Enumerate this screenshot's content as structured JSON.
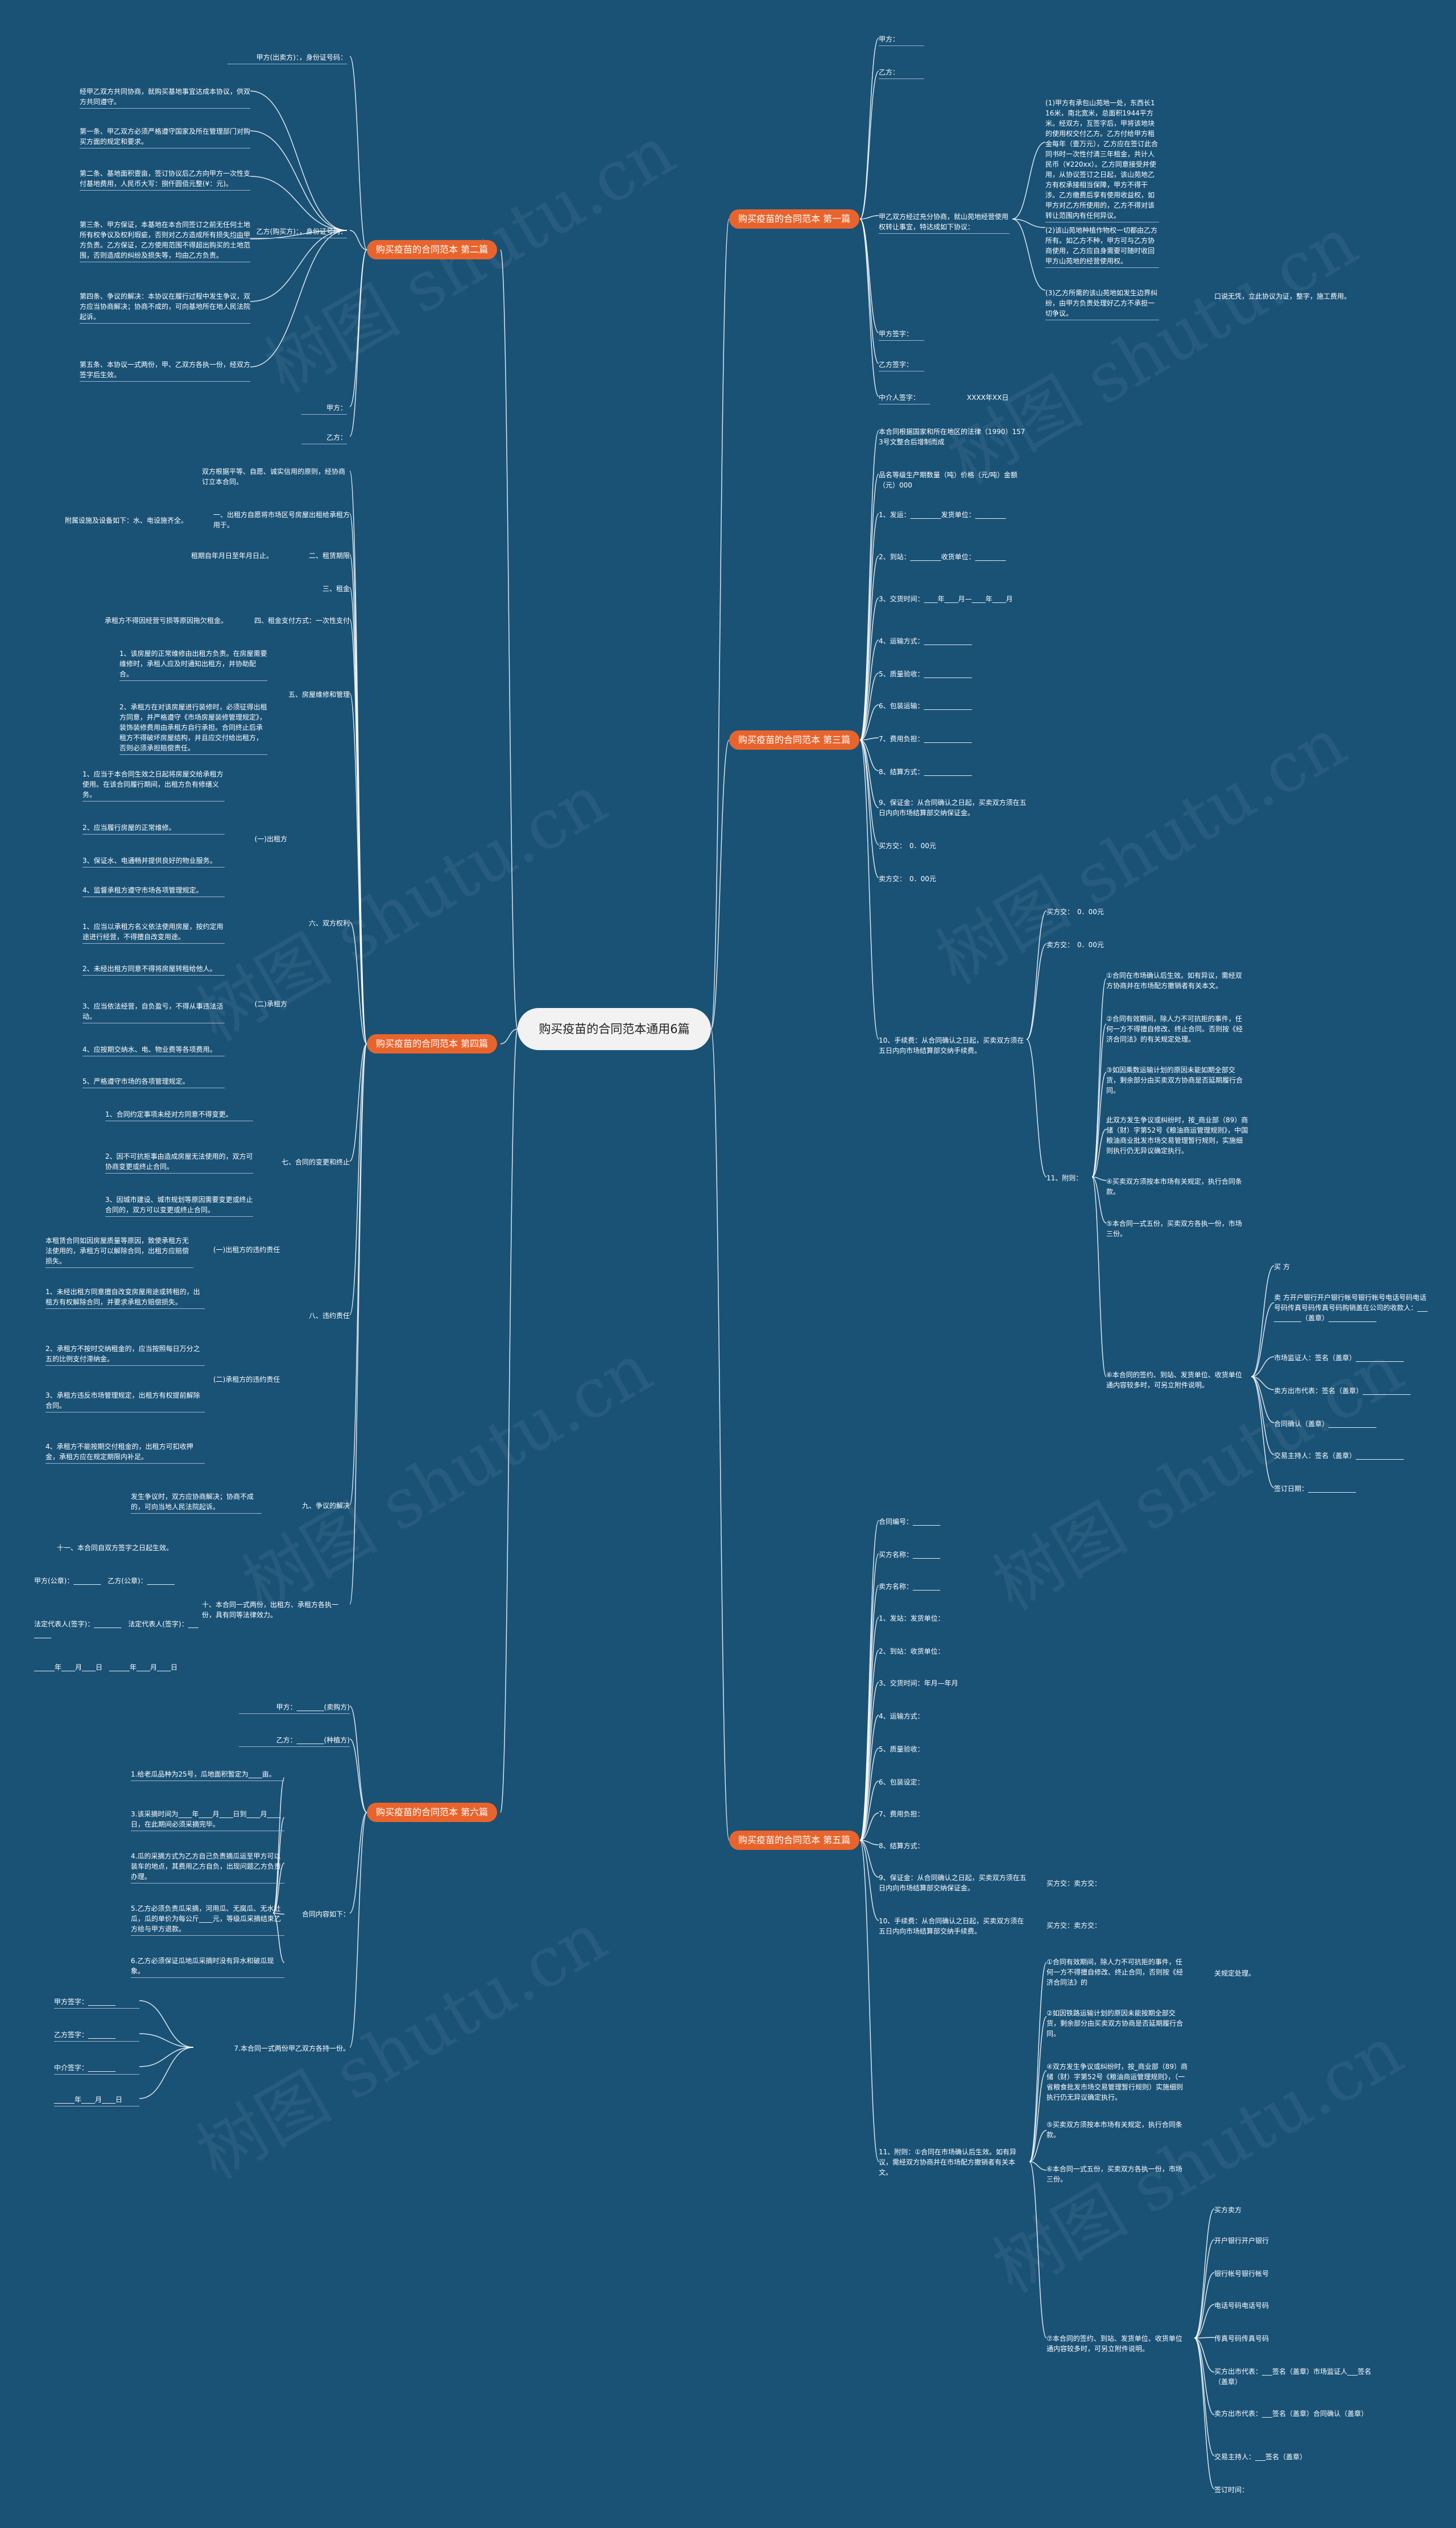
{
  "root": "购买疫苗的合同范本通用6篇",
  "branches": [
    {
      "id": "b1",
      "label": "购买疫苗的合同范本 第一篇"
    },
    {
      "id": "b2",
      "label": "购买疫苗的合同范本 第二篇"
    },
    {
      "id": "b3",
      "label": "购买疫苗的合同范本 第三篇"
    },
    {
      "id": "b4",
      "label": "购买疫苗的合同范本 第四篇"
    },
    {
      "id": "b5",
      "label": "购买疫苗的合同范本 第五篇"
    },
    {
      "id": "b6",
      "label": "购买疫苗的合同范本 第六篇"
    }
  ],
  "b1": {
    "items": [
      "甲方：",
      "乙方：",
      "甲乙双方经过充分协商，就山苑地经营使用权转让事宜，特达成如下协议：",
      "甲方签字：",
      "乙方签字：",
      "中介人签字："
    ],
    "sub": [
      "(1)甲方有承包山苑地一处，东西长116米，南北宽米，总面积1944平方米。经双方，互签字后，甲将该地块的使用权交付乙方。乙方付给甲方租金每年（壹万元），乙方应在签订此合同书时一次性付清三年租金，共计人民币（¥220xx）。乙方同意接受并使用，从协议签订之日起，该山苑地乙方有权承接相当保障，甲方不得干涉。乙方缴费后享有使用收益权，如甲方对乙方所使用的，乙方不得对该转让范围内有任何异议。",
      "(2)该山苑地种植作物权一切都由乙方所有。如乙方不种，甲方可与乙方协商使用，乙方应自身需要可随时收回甲方山苑地的经营使用权。",
      "(3)乙方所需的该山苑地如发生边界纠纷，由甲方负责处理好乙方不承担一切争议。"
    ],
    "sub_tail": "口说无凭，立此协议为证，整字，施工费用。",
    "sig_date": "XXXX年XX日"
  },
  "b2": {
    "items": [
      "甲方(出卖方)：，身份证号码：",
      "乙方(购买方)：，身份证号码：",
      "甲方：",
      "乙方："
    ],
    "clauses": [
      "经甲乙双方共同协商，就购买基地事宜达成本协议，供双方共同遵守。",
      "第一条、甲乙双方必须严格遵守国家及所在管理部门对购买方面的规定和要求。",
      "第二条、基地面积壹亩，签订协议后乙方向甲方一次性支付基地费用，人民币大写：捌仟圆佰元整(¥：元)。",
      "第三条、甲方保证，本基地在本合同签订之前无任何土地所有权争议及权利瑕疵，否则对乙方造成所有损失均由甲方负责。乙方保证，乙方使用范围不得超出购买的土地范围，否则造成的纠纷及损失等，均由乙方负责。",
      "第四条、争议的解决：本协议在履行过程中发生争议，双方应当协商解决；协商不成的，可向基地所在地人民法院起诉。",
      "第五条、本协议一式两份，甲、乙双方各执一份，经双方签字后生效。"
    ]
  },
  "b3": {
    "items": [
      "本合同根据国家和所在地区的法律（1990）1573号文整合后增制而成",
      "品名等级生产期数量（吨）价格（元/吨）金额（元）000",
      "1、发运：_________发货单位：_________",
      "2、到站：_________收货单位：_________",
      "3、交货时间：____年____月—____年____月",
      "4、运输方式：______________",
      "5、质量验收：______________",
      "6、包装运输：______________",
      "7、费用负担：______________",
      "8、结算方式：______________",
      "9、保证金：从合同确认之日起，买卖双方须在五日内向市场结算部交纳保证金。",
      "买方交：　0．00元",
      "卖方交：　0．00元",
      "10、手续费：从合同确认之日起，买卖双方须在五日内向市场结算部交纳手续费。",
      "11、附则："
    ],
    "fees": [
      "买方交：　0．00元",
      "卖方交：　0．00元"
    ],
    "rules": [
      "①合同在市场确认后生效。如有异议，需经双方协商并在市场配方撤销者有关本文。",
      "②合同有效期间，除人力不可抗拒的事件，任何一方不得擅自修改、终止合同。否则按《经济合同法》的有关规定处理。",
      "③如因乘数运输计划的原因未能如期全部交货，剩余部分由买卖双方协商是否延期履行合同。",
      "此双方发生争议或纠纷时，按_商业部（89）商储（财）字第52号《粮油商运管理规则》，中国粮油商业批发市场交易管理暂行规则，实施细则执行仍无异议确定执行。",
      "④买卖双方须按本市场有关规定，执行合同条款。",
      "⑤本合同一式五份，买卖双方各执一份，市场三份。",
      "⑥本合同的签约、到站、发货单位、收货单位通内容较多时，可另立附件说明。"
    ],
    "sign": [
      "买 方",
      "卖 方开户银行开户银行帐号银行帐号电话号码电话号码传真号码传真号码购销盖在公司的收款人：___________（盖章）______________",
      "市场监证人：签名（盖章）______________",
      "卖方出市代表：签名（盖章）______________",
      "合同确认（盖章）______________",
      "交易主持人：签名（盖章）______________",
      "签订日期：______________"
    ]
  },
  "b4": {
    "items": [
      "双方根据平等、自愿、诚实信用的原则，经协商订立本合同。",
      "一、出租方自愿将市场区号房屋出租给承租方用于。",
      "二、租赁期限",
      "三、租金",
      "四、租金支付方式：一次性支付",
      "五、房屋维修和管理",
      "六、双方权利",
      "七、合同的变更和终止",
      "八、违约责任",
      "九、争议的解决",
      "十、本合同一式两份，出租方、承租方各执一份，具有同等法律效力。"
    ],
    "left": [
      "附属设施及设备如下：水、电设施齐全。",
      "租期自年月日至年月日止。",
      "承租方不得因经营亏损等原因拖欠租金。",
      "1、该房屋的正常维修由出租方负责。在房屋需要维修时，承租人应及时通知出租方，并协助配合。",
      "2、承租方在对该房屋进行装修时，必须征得出租方同意，并严格遵守《市场房屋装修管理规定》，装饰装修费用由承租方自行承担。合同终止后承租方不得破坏房屋结构，并且应交付给出租方，否则必须承担赔偿责任。",
      "(一)出租方",
      "1、应当于本合同生效之日起将房屋交给承租方使用。在该合同履行期间，出租方负有修缮义务。",
      "2、应当履行房屋的正常维修。",
      "3、保证水、电通畅并提供良好的物业服务。",
      "4、监督承租方遵守市场各项管理规定。",
      "(二)承租方",
      "1、应当以承租方名义依法使用房屋，按约定用途进行经营，不得擅自改变用途。",
      "2、未经出租方同意不得将房屋转租给他人。",
      "3、应当依法经营，自负盈亏，不得从事违法活动。",
      "4、应按期交纳水、电、物业费等各项费用。",
      "5、严格遵守市场的各项管理规定。",
      "1、合同约定事项未经对方同意不得变更。",
      "2、因不可抗拒事由造成房屋无法使用的，双方可协商变更或终止合同。",
      "3、因城市建设、城市规划等原因需要变更或终止合同的，双方可以变更或终止合同。",
      "(一)出租方的违约责任",
      "(二)承租方的违约责任",
      "本租赁合同如因房屋质量等原因，致使承租方无法使用的，承租方可以解除合同，出租方应赔偿损失。",
      "1、未经出租方同意擅自改变房屋用途或转租的，出租方有权解除合同，并要求承租方赔偿损失。",
      "2、承租方不按时交纳租金的，应当按照每日万分之五的比例支付滞纳金。",
      "3、承租方违反市场管理规定，出租方有权提前解除合同。",
      "4、承租方不能按期交付租金的，出租方可扣收押金，承租方应在规定期限内补足。",
      "发生争议时，双方应协商解决；协商不成的，可向当地人民法院起诉。",
      "十一、本合同自双方签字之日起生效。",
      "甲方(公章)：________　乙方(公章)：________",
      "法定代表人(签字)：________　法定代表人(签字)：________",
      "______年____月____日　______年____月____日"
    ]
  },
  "b5": {
    "items": [
      "合同编号：________",
      "买方名称：________",
      "卖方名称：________",
      "1、发站：发货单位：",
      "2、到站：收货单位：",
      "3、交货时间：年月—年月",
      "4、运输方式：",
      "5、质量验收：",
      "6、包装设定：",
      "7、费用负担：",
      "8、结算方式：",
      "9、保证金：从合同确认之日起，买卖双方须在五日内向市场结算部交纳保证金。",
      "10、手续费：从合同确认之日起，买卖双方须在五日内向市场结算部交纳手续费。",
      "11、附则："
    ],
    "fees": [
      "买方交：卖方交：",
      "买方交：卖方交："
    ],
    "rules": [
      "①合同有效期间，除人力不可抗拒的事件，任何一方不得擅自修改、终止合同，否则按《经济合同法》的",
      "②如因铁路运输计划的原因未能按期全部交货，剩余部分由买卖双方协商是否延期履行合同。",
      "④双方发生争议或纠纷时，按_商业部（89）商储（财）字第52号《粮油商运管理规则》，（一省粮食批发市场交易管理暂行规则）实施细则执行仍无异议确定执行。",
      "⑤买卖双方须按本市场有关规定，执行合同条款。",
      "⑥本合同一式五份，买卖双方各执一份，市场三份。",
      "⑦本合同的签约、到站、发货单位、收货单位通内容较多时，可另立附件说明。"
    ],
    "rules_head": "11、附则：①合同在市场确认后生效。如有异议，需经双方协商并在市场配方撤销者有关本文。",
    "note": "关规定处理。",
    "sign": [
      "买方卖方",
      "开户银行开户银行",
      "银行帐号银行帐号",
      "电话号码电话号码",
      "传真号码传真号码",
      "买方出市代表：___签名（盖章）市场监证人___签名（盖章）",
      "卖方出市代表：___签名（盖章）合同确认（盖章）",
      "交易主持人：___签名（盖章）",
      "签订时间："
    ]
  },
  "b6": {
    "items": [
      "甲方：________(卖购方)",
      "乙方：________(种植方)",
      "合同内容如下：",
      "7.本合同一式两份甲乙双方各持一份。"
    ],
    "clauses": [
      "1.给老瓜品种为25号，瓜地面积暂定为____亩。",
      "3.该采摘时间为____年____月____日到____月____日，在此期间必须采摘完毕。",
      "4.瓜的采摘方式为乙方自己负责摘瓜运至甲方可以装车的地点，其费用乙方自负，出现问题乙方负责办理。",
      "5.乙方必须负责瓜采摘，河用瓜、无腐瓜、无水肚瓜，瓜的单价为每公斤____元，等级瓜采摘结束乙方给与甲方退款。",
      "6.乙方必须保证瓜地瓜采摘时没有异水和破瓜现象。"
    ],
    "sign": [
      "甲方签字：________",
      "乙方签字：________",
      "中介签字：________",
      "______年____月____日"
    ]
  },
  "watermarks": [
    "树图 shutu.cn",
    "树图 shutu.cn",
    "树图 shutu.cn",
    "树图 shutu.cn",
    "树图 shutu.cn",
    "树图 shutu.cn",
    "树图 shutu.cn",
    "树图 shutu.cn"
  ],
  "colors": {
    "background": "#1a5276",
    "branch": "#e8642c",
    "root": "#f2f2f2",
    "line": "#ffffff"
  }
}
